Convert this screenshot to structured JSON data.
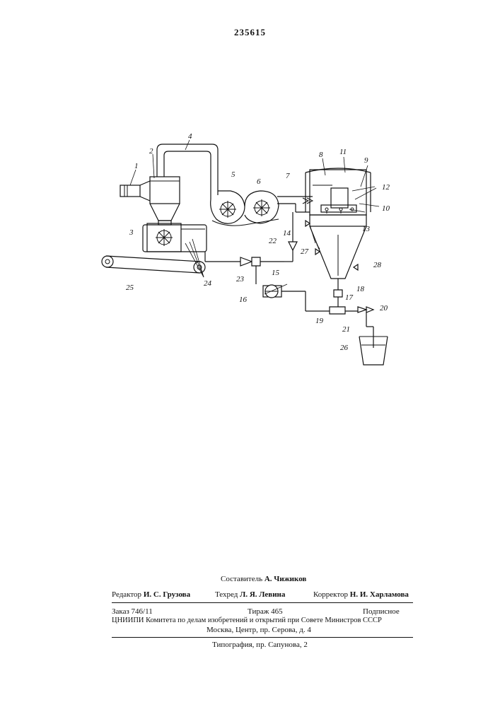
{
  "patent_number": "235615",
  "labels": {
    "l1": "1",
    "l2": "2",
    "l3": "3",
    "l4": "4",
    "l5": "5",
    "l6": "6",
    "l7": "7",
    "l8": "8",
    "l9": "9",
    "l10": "10",
    "l11": "11",
    "l12": "12",
    "l13": "13",
    "l14": "14",
    "l15": "15",
    "l16": "16",
    "l17": "17",
    "l18": "18",
    "l19": "19",
    "l20": "20",
    "l21": "21",
    "l22": "22",
    "l23": "23",
    "l24": "24",
    "l25": "25",
    "l26": "26",
    "l27": "27",
    "l28": "28"
  },
  "footer": {
    "compiler_role": "Составитель",
    "compiler_name": "А. Чижиков",
    "editor_role": "Редактор",
    "editor_name": "И. С. Грузова",
    "techred_role": "Техред",
    "techred_name": "Л. Я. Левина",
    "corrector_role": "Корректор",
    "corrector_name": "Н. И. Харламова",
    "order": "Заказ 746/11",
    "circulation": "Тираж 465",
    "subscription": "Подписное",
    "org_line": "ЦНИИПИ Комитета по делам изобретений и открытий при Совете Министров СССР",
    "address": "Москва, Центр, пр. Серова, д. 4",
    "printer": "Типография, пр. Сапунова, 2"
  }
}
